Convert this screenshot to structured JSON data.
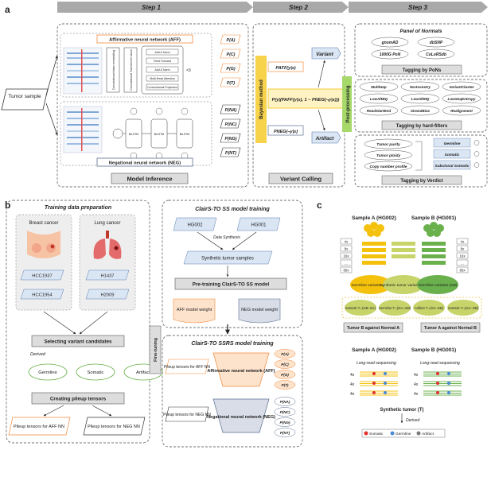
{
  "panel_a": {
    "label": "a",
    "steps": [
      "Step 1",
      "Step 2",
      "Step 3"
    ],
    "input": "Tumor sample",
    "aff_title": "Affirmative neural network (AFF)",
    "neg_title": "Negational neural network (NEG)",
    "aff_outputs": [
      "P(A)",
      "P(C)",
      "P(G)",
      "P(T)"
    ],
    "neg_outputs": [
      "P(NA)",
      "P(NC)",
      "P(NG)",
      "P(NT)"
    ],
    "aff_blocks": {
      "conv_embed": "Convolutional token embedding",
      "conv_block": "Convolutional Transformer block",
      "addnorm": "Add & Norm",
      "ffn": "Feed Forward",
      "mha": "Multi-Head Attention",
      "conv_proj": "Convolutional Projection",
      "repeat": "×3"
    },
    "neg_cells": [
      "BiLSTM",
      "BiLSTM",
      "BiLSTM"
    ],
    "model_inference": "Model Inference",
    "bayesian": "Bayesian method",
    "p_aff": "PAFF(y|x)",
    "p_neg": "PNEG(¬y|x)",
    "formula": "P(y|(PAFF(y|x), 1 − PNEG(¬y|x)))",
    "variant": "Variant",
    "artifact": "Artifact",
    "variant_calling": "Variant Calling",
    "post_processing": "Post-processing",
    "panel_of_normals": "Panel of Normals",
    "pon_items": [
      "gnomAD",
      "dbSNP",
      "1000G PoN",
      "CoLoRSdb"
    ],
    "tag_pons": "Tagging by PoNs",
    "hf_items": [
      "MultiHap",
      "NoAncestry",
      "VariantCluster",
      "LowAltBQ",
      "LowAltMQ",
      "LowSeqEntropy",
      "ReadStartEnd",
      "StrandBias",
      "Realignment"
    ],
    "tag_hf": "Tagging by hard-filters",
    "verdict_inputs": [
      "Tumor purity",
      "Tumor ploidy",
      "Copy number profile"
    ],
    "verdict_outputs": [
      "Germline",
      "Somatic",
      "Subclonal Somatic"
    ],
    "tag_verdict": "Tagging by Verdict"
  },
  "panel_b": {
    "label": "b",
    "training_prep": "Training data preparation",
    "breast": "Breast cancer",
    "lung": "Lung cancer",
    "samples_left": [
      "HCC1937",
      "HCC1954"
    ],
    "samples_right": [
      "H1437",
      "H2009"
    ],
    "selecting": "Selecting variant candidates",
    "derived": "Derived",
    "categories": [
      "Germline",
      "Somatic",
      "Artifact"
    ],
    "creating": "Creating pileup tensors",
    "pileup_aff": "Pileup tensors for AFF NN",
    "pileup_neg": "Pileup tensors for NEG NN",
    "ss_title": "ClairS-TO SS model training",
    "hg002": "HG002",
    "hg001": "HG001",
    "data_synthesis": "Data Synthesis",
    "synthetic": "Synthetic tumor samples",
    "pretrain": "Pre-training ClairS-TO SS model",
    "aff_weight": "AFF model weight",
    "neg_weight": "NEG model weight",
    "fine_tuning": "Fine-tuning",
    "ssrs_title": "ClairS-TO SSRS model training",
    "ssrs_aff_input": "Pileup tensors for AFF NN",
    "ssrs_neg_input": "Pileup tensors for NEG NN",
    "ssrs_aff": "Affirmative neural network (AFF)",
    "ssrs_neg": "Negational neural network (NEG)",
    "aff_outputs": [
      "P(A)",
      "P(C)",
      "P(G)",
      "P(T)"
    ],
    "neg_outputs": [
      "P(NA)",
      "P(NC)",
      "P(NG)",
      "P(NT)"
    ]
  },
  "panel_c": {
    "label": "c",
    "sample_a": "Sample A (HG002)",
    "sample_b": "Sample B (HG001)",
    "depths": [
      "4x",
      "8x",
      "16x",
      "…",
      "80x"
    ],
    "germ_a": "Germline variants (GA)",
    "synthetic_variants": "Synthetic tumor variants (T)",
    "germ_b": "Germline variants (GB)",
    "cats": [
      "Somatic T∩(GB−GA)",
      "Germline T∩(GA∩GB)",
      "Artifact T∩(GA−GB)",
      "Somatic T∩(GA−GB)"
    ],
    "against_a": "Tumor B against Normal A",
    "against_b": "Tumor A against Normal B",
    "long_read": "Long-read sequencing",
    "read_depths": [
      "4x",
      "4x",
      "4x"
    ],
    "synthetic_tumor": "Synthetic tumor (T)",
    "derived": "Derived",
    "legend": [
      "Somatic",
      "Germline",
      "Artifact"
    ]
  },
  "colors": {
    "aff": "#f28a3c",
    "neg": "#5b6f8f",
    "yellow": "#f4c20d",
    "green": "#6ab04c",
    "blue": "#3a78d8",
    "somatic": "#e0312d",
    "germline": "#4a8ad4",
    "artifact": "#7a7a7a"
  }
}
